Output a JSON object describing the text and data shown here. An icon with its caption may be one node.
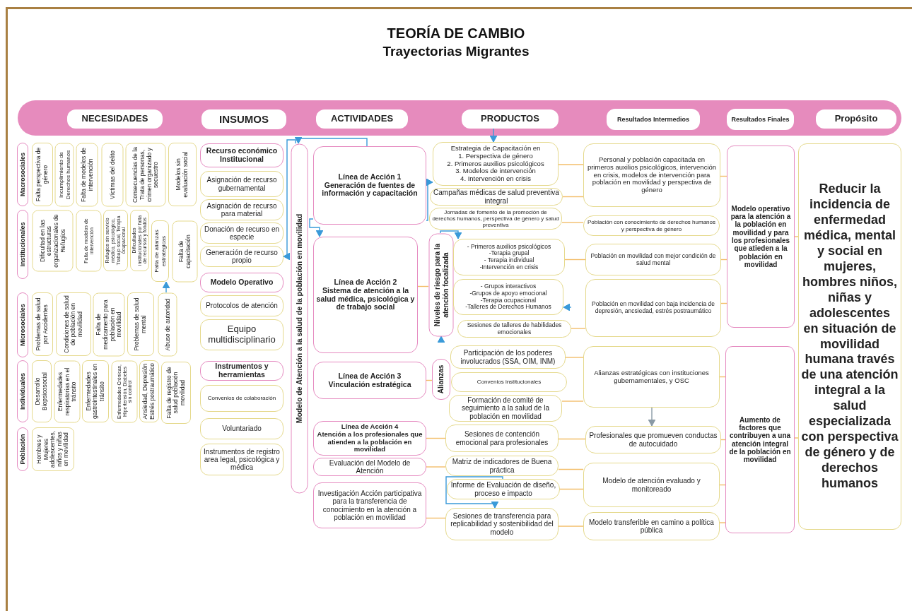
{
  "diagram": {
    "title": "TEORÍA DE CAMBIO",
    "nodes": [
      {
        "text": [
          "NECESIDADES"
        ]
      },
      {
        "text": [
          "INSUMOS"
        ]
      },
      {
        "text": [
          "ACTIVIDADES"
        ]
      },
      {
        "text": [
          "PRODUCTOS"
        ]
      },
      {
        "text": [
          "Resultados Intermedios"
        ]
      },
      {
        "text": [
          "Resultados Finales"
        ]
      },
      {
        "text": [
          "Propósito"
        ]
      },
      {
        "text": [
          "Macrosociales"
        ]
      },
      {
        "text": [
          "Falta perspectiva de género"
        ]
      },
      {
        "text": [
          "Incumplimiento de Derechos humanos"
        ]
      },
      {
        "text": [
          "Falta de modelos de intervención"
        ]
      },
      {
        "text": [
          "Víctimas del delito"
        ]
      },
      {
        "text": [
          "Consecuencias de la Trata de personas, crimen organizado y secuestro"
        ]
      },
      {
        "text": [
          "Modelos sin evaluación social"
        ]
      },
      {
        "text": [
          "Institucionales"
        ]
      },
      {
        "text": [
          "Dificultad en las estructuras organizacionales de Refugios"
        ]
      },
      {
        "text": [
          "Falta de modelos de intervención"
        ]
      },
      {
        "text": [
          "Refugios sin servicio médico, psicológico, Trabajo social, Terapia ocupacional"
        ]
      },
      {
        "text": [
          "Dificultades institucionales por falta de recursos y fondos"
        ]
      },
      {
        "text": [
          "Falta de alianzas estratégicas"
        ]
      },
      {
        "text": [
          "Falta de capacitación"
        ]
      },
      {
        "text": [
          "Microsociales"
        ]
      },
      {
        "text": [
          "Problemas de salud por Accidentes"
        ]
      },
      {
        "text": [
          "Condiciones de salud de población en movilidad"
        ]
      },
      {
        "text": [
          "Falta de medicamento para población en movilidad"
        ]
      },
      {
        "text": [
          "Problemas de salud mental"
        ]
      },
      {
        "text": [
          "Abuso de autoridad"
        ]
      },
      {
        "text": [
          "Individuales"
        ]
      },
      {
        "text": [
          "Desarrollo Biopsicosocial"
        ]
      },
      {
        "text": [
          "Enfermedades respiratorias en el tránsito"
        ]
      },
      {
        "text": [
          "Enfermedades gastrointestinales en tránsito"
        ]
      },
      {
        "text": [
          "Enfermedades Crónicas, Hipertensión, Diabetes sin control"
        ]
      },
      {
        "text": [
          "Ansiedad, Depresión Estrés postraumático"
        ]
      },
      {
        "text": [
          "Falta de registro de salud población movilidad"
        ]
      },
      {
        "text": [
          "Población"
        ]
      },
      {
        "text": [
          "Hombres y Mujeres adolescentes, niños y niñas en movilidad"
        ]
      },
      {
        "text": [
          "Recurso económico Institucional"
        ]
      },
      {
        "text": [
          "Asignación de recurso gubernamental"
        ]
      },
      {
        "text": [
          "Asignación de recurso para material"
        ]
      },
      {
        "text": [
          "Donación de recurso en especie"
        ]
      },
      {
        "text": [
          "Generación de recurso propio"
        ]
      },
      {
        "text": [
          "Modelo Operativo"
        ]
      },
      {
        "text": [
          "Protocolos de atención"
        ]
      },
      {
        "text": [
          "Equipo multidisciplinario"
        ]
      },
      {
        "text": [
          "Instrumentos y herramientas"
        ]
      },
      {
        "text": [
          "Convenios de colaboración"
        ]
      },
      {
        "text": [
          "Voluntariado"
        ]
      },
      {
        "text": [
          "Instrumentos de registro area legal, psicológica y médica"
        ]
      },
      {
        "text": [
          "Modelo de Atención a la salud de la población en movilidad"
        ]
      },
      {
        "text": [
          "Línea de Acción 1",
          "Generación de fuentes de información y capacitación"
        ]
      },
      {
        "text": [
          "Línea de Acción 2",
          "Sistema de atención a la salud médica, psicológica y de trabajo social"
        ]
      },
      {
        "text": [
          "Línea de Acción 3",
          "Vinculación estratégica"
        ]
      },
      {
        "text": [
          "Línea de Acción 4",
          "Atención a los profesionales que atienden a la población en movilidad"
        ]
      },
      {
        "text": [
          "Evaluación del Modelo de Atención"
        ]
      },
      {
        "text": [
          "Investigación Acción participativa para la transferencia de conocimiento en la atención a población en movilidad"
        ]
      },
      {
        "text": [
          "Niveles de riesgo para la atención focalizada"
        ]
      },
      {
        "text": [
          "Alianzas"
        ]
      },
      {
        "text": [
          "Estrategia de Capacitación en",
          "1. Perspectiva de género",
          "2. Primeros auxilios psicológicos",
          "3. Modelos de intervención",
          "4. Intervención en crisis"
        ]
      },
      {
        "text": [
          "Campañas médicas de salud preventiva integral"
        ]
      },
      {
        "text": [
          "Jornadas de fomento de la promoción de derechos humanos, perspectiva de género y salud preventiva"
        ]
      },
      {
        "text": [
          "- Primeros auxilios psicológicos",
          "-Terapia grupal",
          "- Terapia individual",
          "-Intervención en crisis"
        ]
      },
      {
        "text": [
          "- Grupos interactivos",
          "-Grupos de apoyo emocional",
          "-Terapia ocupacional",
          "-Talleres de Derechos Humanos"
        ]
      },
      {
        "text": [
          "Sesiones de talleres de habilidades emocionales"
        ]
      },
      {
        "text": [
          "Participación de los poderes involucrados (SSA, OIM, INM)"
        ]
      },
      {
        "text": [
          "Convenios institucionales"
        ]
      },
      {
        "text": [
          "Formación de comité de seguimiento a la salud de la población en movilidad"
        ]
      },
      {
        "text": [
          "Sesiones de contención emocional para profesionales"
        ]
      },
      {
        "text": [
          "Matriz de indicadores de Buena práctica"
        ]
      },
      {
        "text": [
          "Informe de Evaluación de diseño, proceso e impacto"
        ]
      },
      {
        "text": [
          "Sesiones de transferencia para replicabilidad y sostenibilidad del modelo"
        ]
      },
      {
        "text": [
          "Personal y población capacitada en primeros auxilios psicológicos, intervención en crisis, modelos de intervención para población en movilidad y perspectiva de género"
        ]
      },
      {
        "text": [
          "Población con conocimiento de derechos humanos y perspectiva de género"
        ]
      },
      {
        "text": [
          "Población en movilidad con mejor condición de salud mental"
        ]
      },
      {
        "text": [
          "Población en movilidad con baja incidencia de depresión, ancsiedad, estrés postraumático"
        ]
      },
      {
        "text": [
          "Alianzas estratégicas con instituciones gubernamentales, y OSC"
        ]
      },
      {
        "text": [
          "Profesionales que promueven conductas de autocuidado"
        ]
      },
      {
        "text": [
          "Modelo de atención evaluado y monitoreado"
        ]
      },
      {
        "text": [
          "Modelo transferible en camino a política pública"
        ]
      },
      {
        "text": [
          "Modelo operativo para la atención a la población en movilidad y para los profesionales que atieden a la población en movilidad"
        ]
      },
      {
        "text": [
          "Aumento de factores que contribuyen a una atención integral de la población en movilidad"
        ]
      },
      {
        "text": [
          "Reducir la incidencia de enfermedad médica, mental y social en mujeres, hombres niños, niñas y adolescentes en situación de movilidad humana través de una atención integral a la salud especializada con perspectiva de género y de derechos humanos"
        ]
      }
    ],
    "edges": [
      {
        "from": 49,
        "to": 48,
        "arrow": "to",
        "color": "#3a9ad9"
      },
      {
        "from": 48,
        "to": 40,
        "arrow": "to",
        "color": "#3a9ad9"
      },
      {
        "from": 49,
        "to": 50,
        "arrow": "to",
        "color": "#3a9ad9"
      },
      {
        "from": 49,
        "to": 57,
        "arrow": "to",
        "color": "#3a9ad9"
      },
      {
        "from": 3,
        "to": 57,
        "arrow": "to",
        "color": "#3a9ad9"
      },
      {
        "from": 55,
        "to": 60,
        "arrow": "to",
        "color": "#3a9ad9"
      },
      {
        "from": null,
        "to": 55,
        "arrow": "to",
        "color": "#3a9ad9"
      },
      {
        "from": null,
        "to": 61,
        "arrow": "to",
        "color": "#3a9ad9"
      },
      {
        "from": 68,
        "to": 69,
        "arrow": "to",
        "color": "#3a9ad9"
      },
      {
        "from": 74,
        "to": 75,
        "arrow": "to",
        "color": "#8a9aa5"
      },
      {
        "from": 26,
        "to": 19,
        "arrow": "to",
        "color": "#3a9ad9"
      },
      {
        "from": 50,
        "to": 55,
        "arrow": "none"
      },
      {
        "from": 51,
        "to": 56,
        "arrow": "none"
      },
      {
        "from": 52,
        "to": 66,
        "arrow": "none"
      },
      {
        "from": 53,
        "to": 67,
        "arrow": "none"
      },
      {
        "from": 54,
        "to": 69,
        "arrow": "none"
      },
      {
        "from": 57,
        "to": 70,
        "arrow": "none"
      },
      {
        "from": 58,
        "to": 70,
        "arrow": "none"
      },
      {
        "from": 59,
        "to": 71,
        "arrow": "none"
      },
      {
        "from": 60,
        "to": 72,
        "arrow": "none"
      },
      {
        "from": 62,
        "to": 73,
        "arrow": "none"
      },
      {
        "from": 63,
        "to": 74,
        "arrow": "none"
      },
      {
        "from": 65,
        "to": 74,
        "arrow": "none"
      },
      {
        "from": 66,
        "to": 75,
        "arrow": "none"
      },
      {
        "from": 67,
        "to": 76,
        "arrow": "none"
      },
      {
        "from": 68,
        "to": 76,
        "arrow": "none"
      },
      {
        "from": 69,
        "to": 77,
        "arrow": "none"
      },
      {
        "from": 70,
        "to": 78,
        "arrow": "none"
      },
      {
        "from": 72,
        "to": 78,
        "arrow": "none"
      },
      {
        "from": 73,
        "to": 78,
        "arrow": "none"
      },
      {
        "from": 74,
        "to": 79,
        "arrow": "none"
      },
      {
        "from": 75,
        "to": 79,
        "arrow": "none"
      },
      {
        "from": 76,
        "to": 79,
        "arrow": "none"
      },
      {
        "from": 77,
        "to": 79,
        "arrow": "none"
      },
      {
        "from": 78,
        "to": 80,
        "arrow": "none"
      },
      {
        "from": 79,
        "to": 80,
        "arrow": "none"
      }
    ],
    "labels": [
      "Trayectorias Migrantes"
    ]
  }
}
